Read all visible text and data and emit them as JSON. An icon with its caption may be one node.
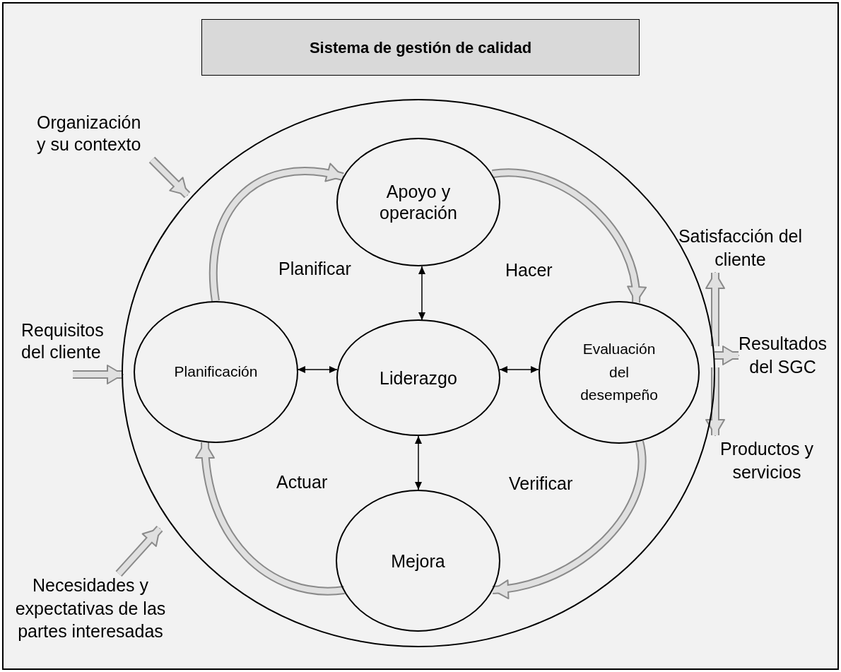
{
  "diagram": {
    "title": "Sistema de gestión de calidad",
    "nodes": [
      {
        "text": [],
        "shape": "circle"
      },
      {
        "text": [
          "Apoyo y operación"
        ],
        "in": 0
      },
      {
        "text": [
          "Planificación"
        ],
        "in": 0
      },
      {
        "text": [
          "Liderazgo"
        ],
        "in": 0
      },
      {
        "text": [
          "Evaluación del desempeño"
        ],
        "in": 0
      },
      {
        "text": [
          "Mejora"
        ],
        "in": 0
      },
      {
        "text": [
          "Organización y su contexto"
        ]
      },
      {
        "text": [
          "Requisitos del cliente"
        ]
      },
      {
        "text": [
          "Necesidades y expectativas de las partes interesadas"
        ]
      },
      {
        "text": [
          "Satisfacción del cliente"
        ]
      },
      {
        "text": [
          "Resultados del SGC"
        ]
      },
      {
        "text": [
          "Productos y servicios"
        ]
      }
    ],
    "edges": [
      {
        "from": 2,
        "to": 1,
        "arrow": "to"
      },
      {
        "from": 1,
        "to": 4,
        "arrow": "to"
      },
      {
        "from": 4,
        "to": 5,
        "arrow": "to"
      },
      {
        "from": 5,
        "to": 2,
        "arrow": "to"
      },
      {
        "from": 3,
        "to": 1,
        "arrow": "both",
        "color": "#000000"
      },
      {
        "from": 3,
        "to": 2,
        "arrow": "both",
        "color": "#000000"
      },
      {
        "from": 3,
        "to": 4,
        "arrow": "both",
        "color": "#000000"
      },
      {
        "from": 3,
        "to": 5,
        "arrow": "both",
        "color": "#000000"
      },
      {
        "from": 6,
        "to": 0,
        "arrow": "to"
      },
      {
        "from": 7,
        "to": 0,
        "arrow": "to"
      },
      {
        "from": 8,
        "to": 0,
        "arrow": "to"
      },
      {
        "from": 0,
        "to": 9,
        "arrow": "to"
      },
      {
        "from": 0,
        "to": 10,
        "arrow": "to"
      },
      {
        "from": 0,
        "to": 11,
        "arrow": "to"
      }
    ],
    "labels": [
      "Planificar",
      "Hacer",
      "Actuar",
      "Verificar"
    ]
  }
}
